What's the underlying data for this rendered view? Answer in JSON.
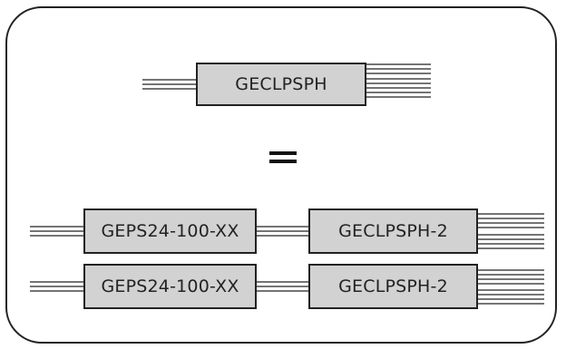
{
  "top_module": {
    "label": "GECLPSPH"
  },
  "equivalence_symbol": "=",
  "rows": [
    {
      "left_label": "GEPS24-100-XX",
      "right_label": "GECLPSPH-2"
    },
    {
      "left_label": "GEPS24-100-XX",
      "right_label": "GECLPSPH-2"
    }
  ]
}
